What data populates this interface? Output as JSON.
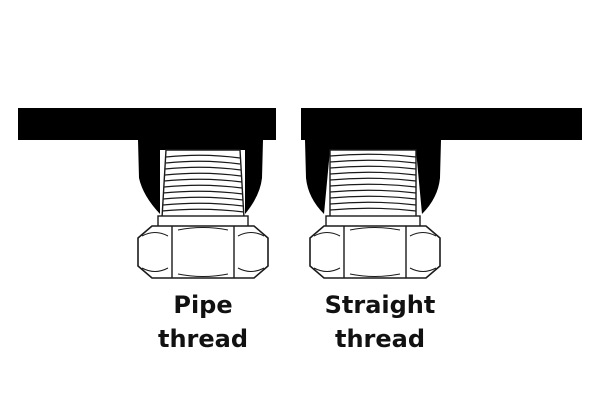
{
  "labels": {
    "pipe": {
      "line1": "Pipe",
      "line2": "thread"
    },
    "straight": {
      "line1": "Straight",
      "line2": "thread"
    }
  },
  "colors": {
    "body": "#000000",
    "outline": "#1a1a1a",
    "background": "#ffffff"
  },
  "icons": [
    "pipe-thread-fitting-icon",
    "straight-thread-fitting-icon"
  ]
}
